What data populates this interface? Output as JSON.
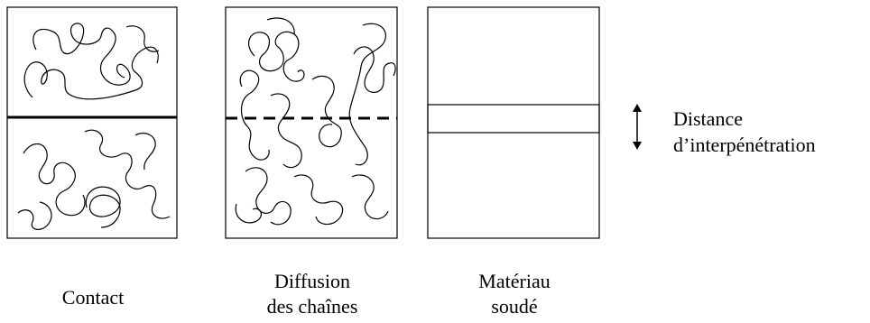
{
  "stages": [
    {
      "caption_lines": [
        "Contact"
      ]
    },
    {
      "caption_lines": [
        "Diffusion",
        "des chaînes"
      ]
    },
    {
      "caption_lines": [
        "Matériau",
        "soudé"
      ]
    }
  ],
  "annotation": {
    "line1": "Distance",
    "line2": "d’interpénétration",
    "arrow_icon": "double-vertical-arrow-icon"
  }
}
